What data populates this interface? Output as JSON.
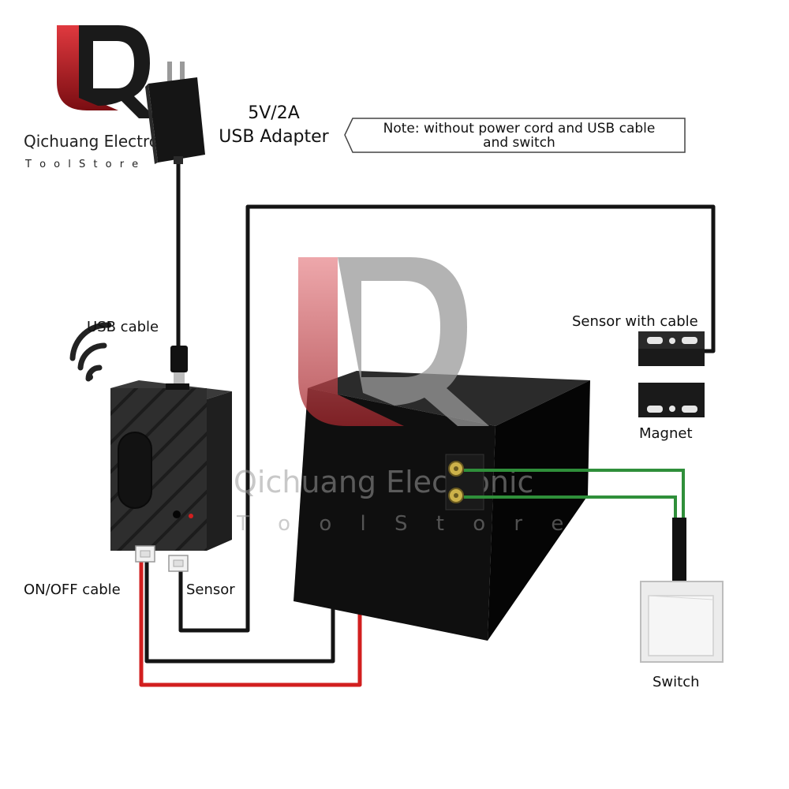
{
  "brand": {
    "name": "Qichuang Electronic",
    "tagline": "T o o l   S t o r e",
    "watermark_name": "Qichuang Electronic",
    "watermark_tagline": "T o o l   S t o r e",
    "logo_letters": "LQ",
    "colors": {
      "red": "#c0202a",
      "dark": "#1a1a1a",
      "grey": "#8a8a8a"
    }
  },
  "labels": {
    "adapter_spec": "5V/2A",
    "adapter_name": "USB Adapter",
    "note_line1": "Note: without power cord and USB cable",
    "note_line2": "and switch",
    "usb_cable": "USB cable",
    "sensor_with_cable": "Sensor with cable",
    "magnet": "Magnet",
    "on_off_cable": "ON/OFF cable",
    "sensor": "Sensor",
    "switch": "Switch"
  },
  "wire_colors": {
    "black": "#141414",
    "red": "#d21f1f",
    "green": "#2f8f3a"
  },
  "icons": {
    "wifi": "wifi-icon",
    "adapter": "usb-adapter-icon",
    "controller": "wifi-controller-icon",
    "opener": "garage-opener-box-icon",
    "switch": "wall-switch-icon"
  }
}
